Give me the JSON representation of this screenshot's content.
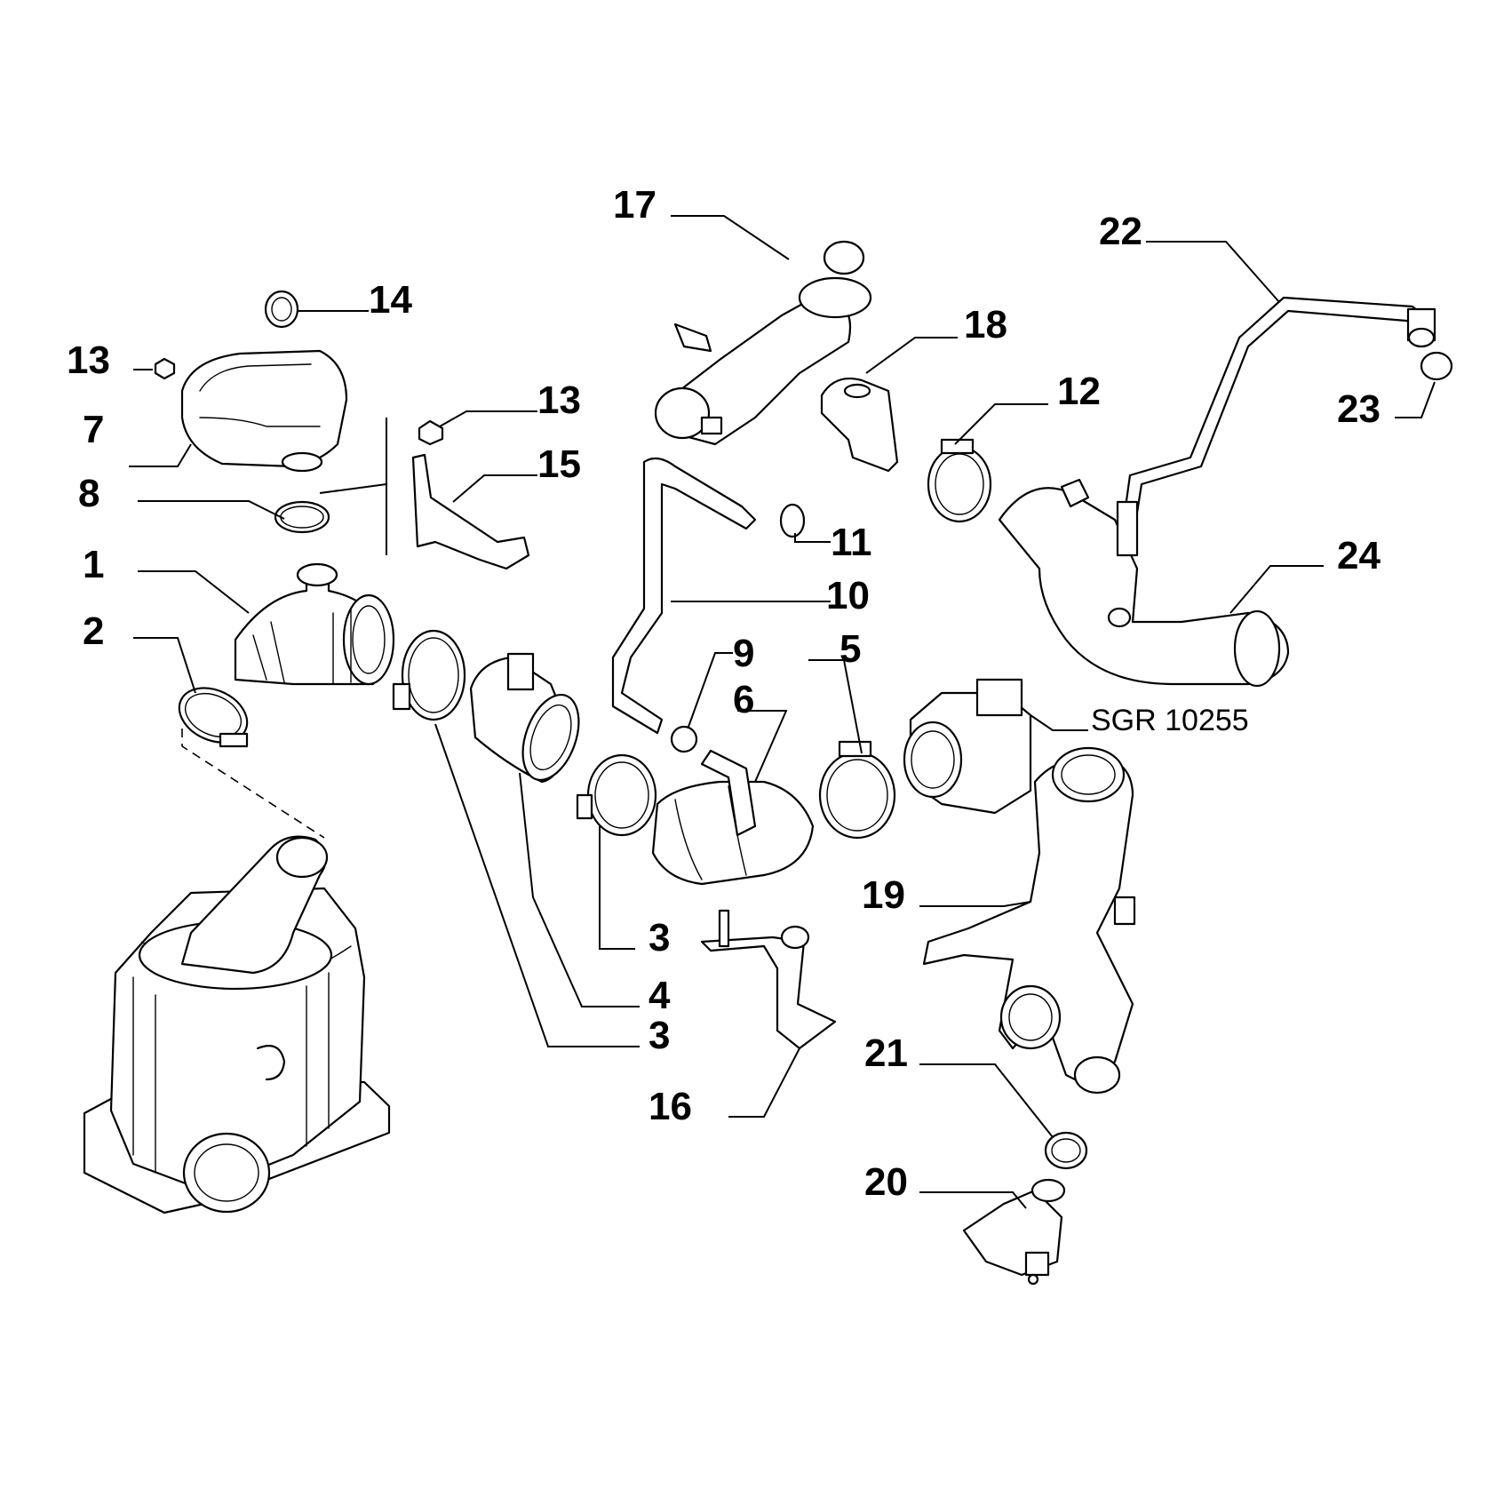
{
  "diagram": {
    "reference_code": "SGR 10255",
    "callouts": [
      {
        "id": "c1",
        "label": "1"
      },
      {
        "id": "c2",
        "label": "2"
      },
      {
        "id": "c3a",
        "label": "3"
      },
      {
        "id": "c3b",
        "label": "3"
      },
      {
        "id": "c4",
        "label": "4"
      },
      {
        "id": "c5",
        "label": "5"
      },
      {
        "id": "c6",
        "label": "6"
      },
      {
        "id": "c7",
        "label": "7"
      },
      {
        "id": "c8",
        "label": "8"
      },
      {
        "id": "c9",
        "label": "9"
      },
      {
        "id": "c10",
        "label": "10"
      },
      {
        "id": "c11",
        "label": "11"
      },
      {
        "id": "c12",
        "label": "12"
      },
      {
        "id": "c13a",
        "label": "13"
      },
      {
        "id": "c13b",
        "label": "13"
      },
      {
        "id": "c14",
        "label": "14"
      },
      {
        "id": "c15",
        "label": "15"
      },
      {
        "id": "c16",
        "label": "16"
      },
      {
        "id": "c17",
        "label": "17"
      },
      {
        "id": "c18",
        "label": "18"
      },
      {
        "id": "c19",
        "label": "19"
      },
      {
        "id": "c20",
        "label": "20"
      },
      {
        "id": "c21",
        "label": "21"
      },
      {
        "id": "c22",
        "label": "22"
      },
      {
        "id": "c23",
        "label": "23"
      },
      {
        "id": "c24",
        "label": "24"
      }
    ]
  }
}
